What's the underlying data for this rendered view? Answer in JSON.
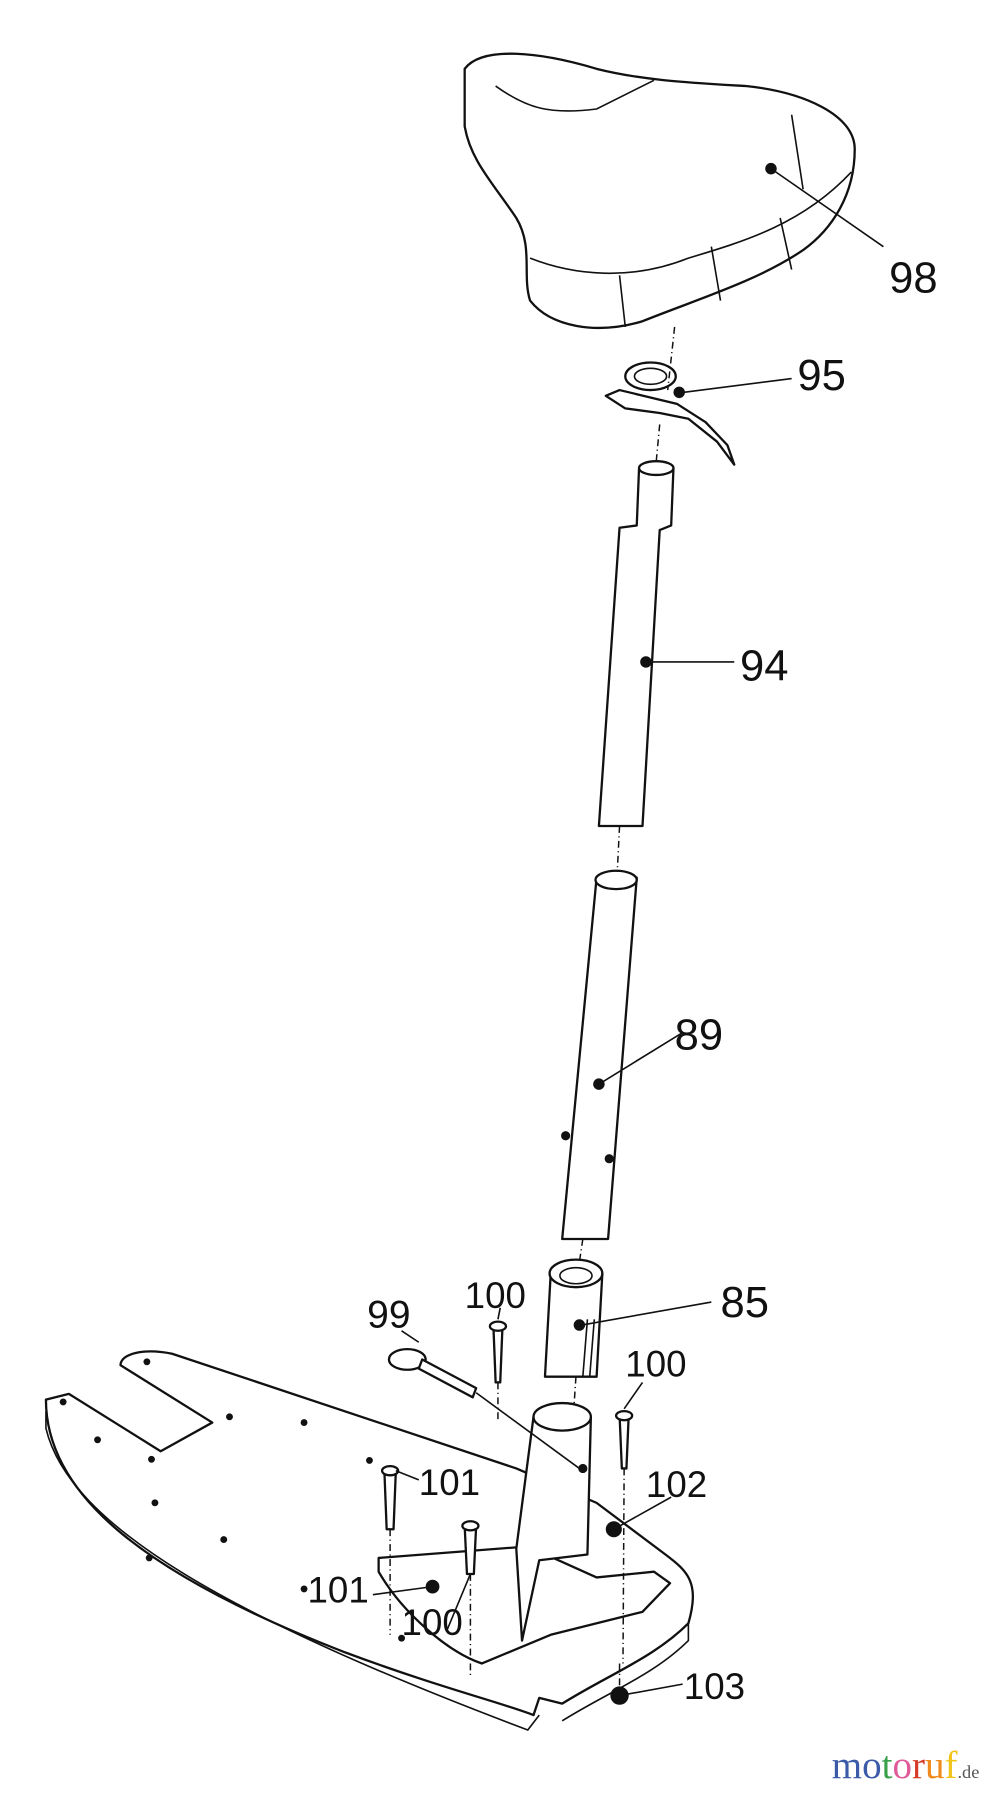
{
  "diagram": {
    "callouts": [
      {
        "id": "98"
      },
      {
        "id": "95"
      },
      {
        "id": "94"
      },
      {
        "id": "89"
      },
      {
        "id": "85"
      },
      {
        "id": "99"
      },
      {
        "id": "100"
      },
      {
        "id": "100"
      },
      {
        "id": "101"
      },
      {
        "id": "102"
      },
      {
        "id": "101"
      },
      {
        "id": "100"
      },
      {
        "id": "103"
      }
    ]
  },
  "watermark": {
    "letters": [
      "m",
      "o",
      "t",
      "o",
      "r",
      "u",
      "f"
    ],
    "suffix": ".de",
    "colors": [
      "#3b5aa8",
      "#3b5aa8",
      "#3aa04a",
      "#e05a9a",
      "#d83a2a",
      "#f08a1c",
      "#f0c419"
    ]
  }
}
